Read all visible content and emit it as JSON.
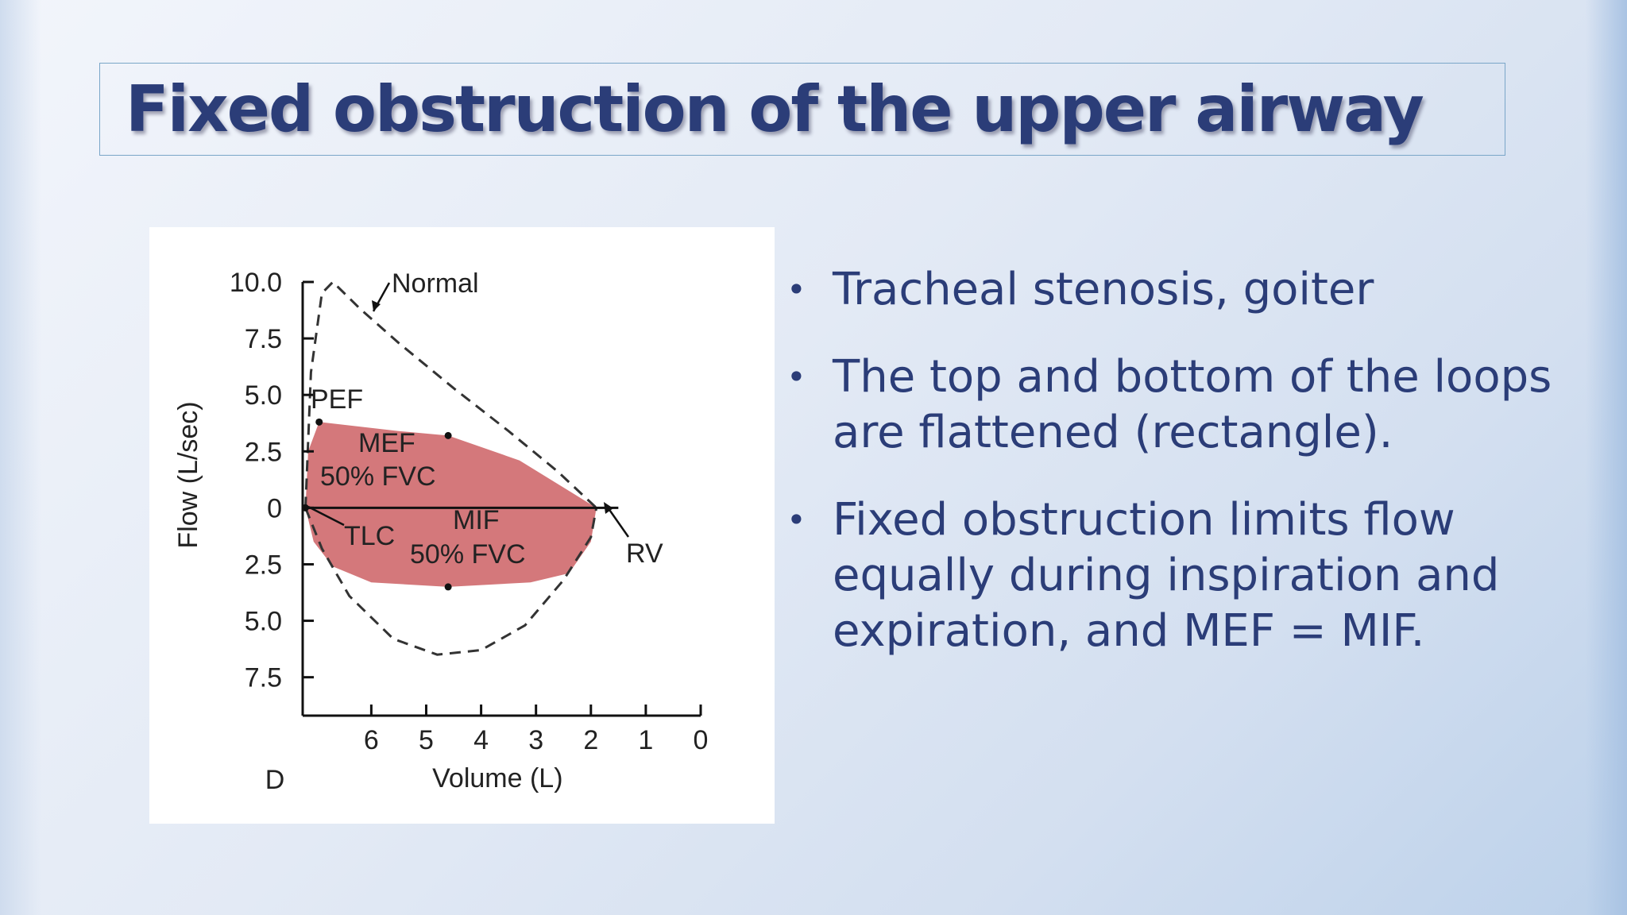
{
  "slide": {
    "title": "Fixed obstruction of the upper airway",
    "colors": {
      "title": "#2b3d78",
      "bullet_text": "#2b3d78",
      "loop_fill": "#d4787b",
      "title_border": "#7aa6c8"
    },
    "bullets": [
      {
        "text": "Tracheal stenosis, goiter"
      },
      {
        "text": "The top and bottom of the loops are flattened (rectangle)."
      },
      {
        "text": "Fixed obstruction limits flow equally during inspiration and expiration, and MEF = MIF."
      }
    ]
  },
  "chart_data": {
    "type": "line",
    "panel_label": "D",
    "xlabel": "Volume (L)",
    "ylabel": "Flow (L/sec)",
    "x_ticks": [
      "6",
      "5",
      "4",
      "3",
      "2",
      "1",
      "0"
    ],
    "y_ticks": [
      "10.0",
      "7.5",
      "5.0",
      "2.5",
      "0",
      "2.5",
      "5.0",
      "7.5"
    ],
    "xlim": [
      7.25,
      0
    ],
    "ylim": [
      -9.2,
      10.0
    ],
    "series": [
      {
        "name": "Normal",
        "style": "dashed",
        "expiration": [
          [
            7.2,
            0
          ],
          [
            7.1,
            6.0
          ],
          [
            6.9,
            9.5
          ],
          [
            6.7,
            10.0
          ],
          [
            6.2,
            8.8
          ],
          [
            5.5,
            7.3
          ],
          [
            4.5,
            5.3
          ],
          [
            3.5,
            3.4
          ],
          [
            2.6,
            1.6
          ],
          [
            1.9,
            0
          ]
        ],
        "inspiration": [
          [
            7.2,
            0
          ],
          [
            6.9,
            -1.8
          ],
          [
            6.4,
            -3.9
          ],
          [
            5.6,
            -5.8
          ],
          [
            4.8,
            -6.5
          ],
          [
            4.0,
            -6.3
          ],
          [
            3.2,
            -5.2
          ],
          [
            2.5,
            -3.2
          ],
          [
            2.0,
            -1.3
          ],
          [
            1.9,
            0
          ]
        ]
      },
      {
        "name": "Fixed obstruction",
        "style": "filled",
        "expiration": [
          [
            7.2,
            0
          ],
          [
            7.15,
            2.5
          ],
          [
            6.95,
            3.8
          ],
          [
            5.5,
            3.4
          ],
          [
            4.6,
            3.2
          ],
          [
            3.3,
            2.1
          ],
          [
            2.3,
            0.6
          ],
          [
            1.9,
            0
          ]
        ],
        "inspiration": [
          [
            7.2,
            0
          ],
          [
            7.05,
            -1.5
          ],
          [
            6.7,
            -2.6
          ],
          [
            6.0,
            -3.3
          ],
          [
            4.6,
            -3.5
          ],
          [
            3.1,
            -3.3
          ],
          [
            2.4,
            -2.9
          ],
          [
            2.0,
            -1.5
          ],
          [
            1.9,
            0
          ]
        ]
      }
    ],
    "points": [
      {
        "name": "PEF",
        "x": 6.95,
        "y": 3.8
      },
      {
        "name": "MEF",
        "x": 4.6,
        "y": 3.2
      },
      {
        "name": "MIF",
        "x": 4.6,
        "y": -3.5
      },
      {
        "name": "TLC",
        "x": 7.2,
        "y": 0
      }
    ],
    "annotations": [
      {
        "text": "Normal"
      },
      {
        "text": "PEF"
      },
      {
        "text": "MEF"
      },
      {
        "text": "50% FVC"
      },
      {
        "text": "TLC"
      },
      {
        "text": "MIF"
      },
      {
        "text": "50% FVC"
      },
      {
        "text": "RV"
      }
    ]
  }
}
